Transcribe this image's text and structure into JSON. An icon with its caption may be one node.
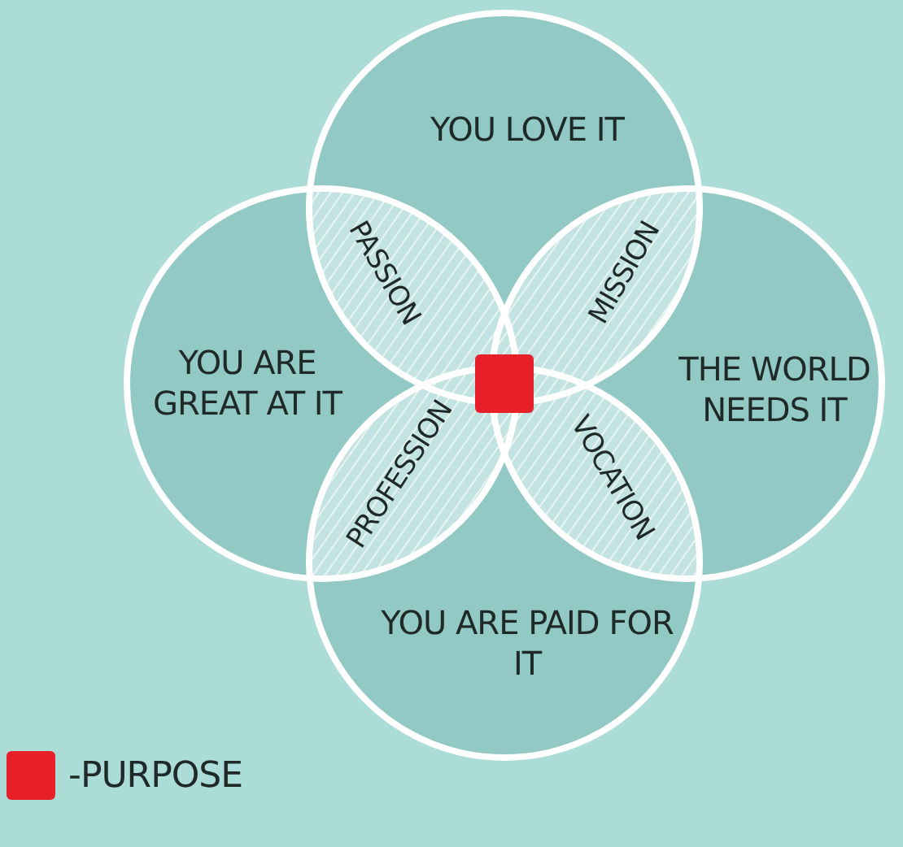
{
  "diagram": {
    "nodes": [
      {
        "text": [
          "YOU LOVE IT"
        ]
      },
      {
        "text": [
          "YOU ARE GREAT AT IT"
        ]
      },
      {
        "text": [
          "THE WORLD NEEDS IT"
        ]
      },
      {
        "text": [
          "YOU ARE PAID FOR IT"
        ]
      }
    ],
    "labels": [
      "PASSION",
      "MISSION",
      "PROFESSION",
      "VOCATION"
    ],
    "legend": [
      {
        "text": "-PURPOSE",
        "color": "#e8202a"
      }
    ]
  }
}
